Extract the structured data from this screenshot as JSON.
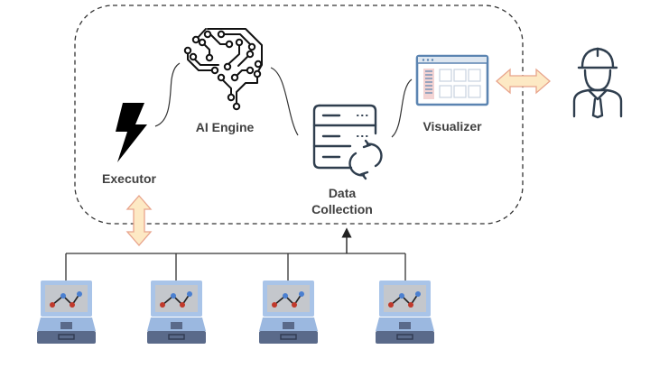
{
  "diagram": {
    "components": {
      "ai_engine": {
        "label": "AI Engine",
        "icon": "circuit-brain-icon"
      },
      "executor": {
        "label": "Executor",
        "icon": "lightning-bolt-icon"
      },
      "data_collection": {
        "label_line1": "Data",
        "label_line2": "Collection",
        "icon": "server-sync-icon"
      },
      "visualizer": {
        "label": "Visualizer",
        "icon": "dashboard-window-icon"
      },
      "operator": {
        "icon": "engineer-hardhat-icon"
      }
    },
    "devices": [
      {
        "icon": "laptop-chart-icon"
      },
      {
        "icon": "laptop-chart-icon"
      },
      {
        "icon": "laptop-chart-icon"
      },
      {
        "icon": "laptop-chart-icon"
      }
    ],
    "colors": {
      "dashed_border": "#333333",
      "arrow_fill": "#fde9c4",
      "arrow_stroke": "#e8a48c",
      "icon_dark": "#2f3e4e",
      "visualizer_frame": "#5b84b1",
      "laptop_light": "#a9c4e8",
      "laptop_dark": "#5a6a8a",
      "chart_red": "#c0392b",
      "chart_blue": "#4a7fd0"
    }
  }
}
